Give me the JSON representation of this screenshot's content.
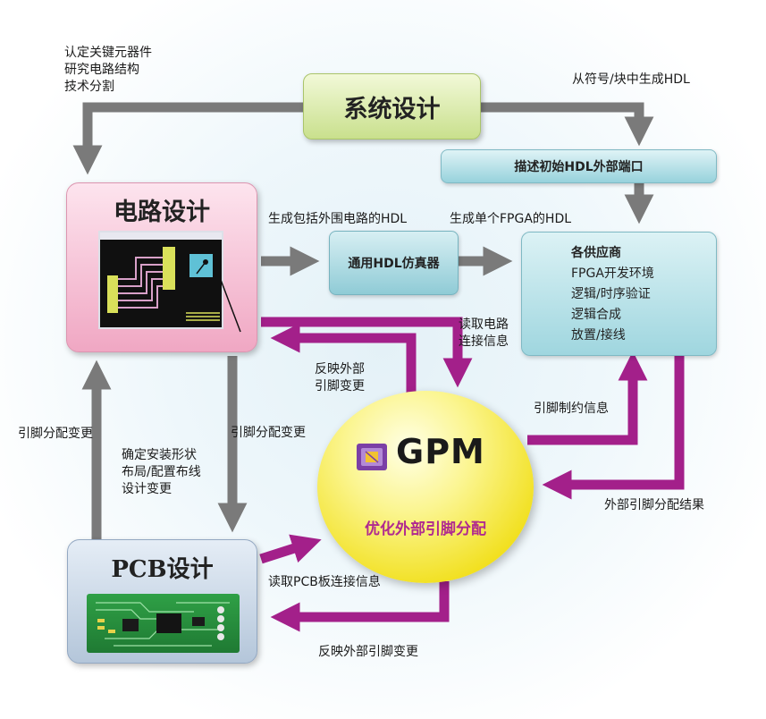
{
  "nodes": {
    "system_design": "系统设计",
    "circuit_design": "电路设计",
    "pcb_design": "PCB设计",
    "hdl_port": "描述初始HDL外部端口",
    "hdl_simulator": "通用HDL仿真器",
    "vendor": {
      "title": "各供应商",
      "items": [
        "FPGA开发环境",
        "逻辑/时序验证",
        "逻辑合成",
        "放置/接线"
      ]
    },
    "gpm": {
      "name": "GPM",
      "subtitle": "优化外部引脚分配"
    }
  },
  "labels": {
    "circuit_notes": "认定关键元器件\n研究电路结构\n技术分割",
    "symbol_to_hdl": "从符号/块中生成HDL",
    "gen_hdl_with_periph": "生成包括外围电路的HDL",
    "gen_hdl_single_fpga": "生成单个FPGA的HDL",
    "read_circuit_conn": "读取电路\n连接信息",
    "reflect_pin_change": "反映外部\n引脚变更",
    "pin_constraint": "引脚制约信息",
    "pin_change_left": "引脚分配变更",
    "pin_change_mid": "引脚分配变更",
    "pcb_layout_notes": "确定安装形状\n布局/配置布线\n设计变更",
    "pin_result": "外部引脚分配结果",
    "read_pcb_conn": "读取PCB板连接信息",
    "reflect_ext_pin_change": "反映外部引脚变更"
  },
  "colors": {
    "gray_arrow": "#7a7a7a",
    "purple_arrow": "#a3208a",
    "system_box": "#c9e08d",
    "circuit_box": "#f0a7c3",
    "pcb_box": "#b4c6da",
    "teal_box": "#97d2dc",
    "gpm_ellipse": "#f1df1a"
  },
  "icons": [
    "gpm-chip-icon",
    "circuit-screenshot-image",
    "pcb-board-image"
  ]
}
